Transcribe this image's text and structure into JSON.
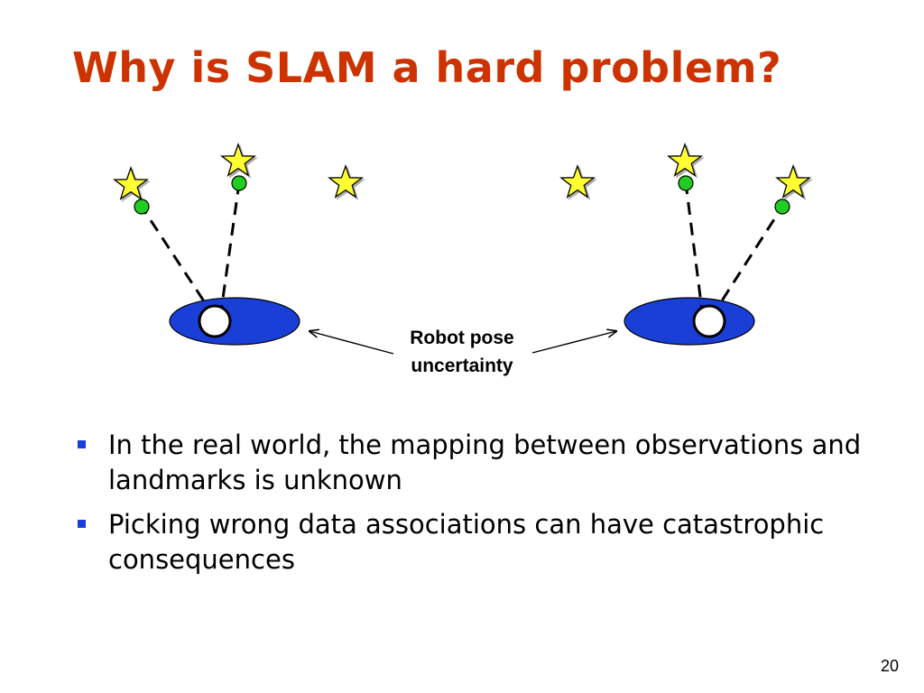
{
  "slide": {
    "title": "Why is SLAM a hard problem?",
    "caption_line1": "Robot pose",
    "caption_line2": "uncertainty",
    "bullets": [
      "In the real world, the mapping between observations and landmarks is unknown",
      "Picking wrong data associations can have catastrophic consequences"
    ],
    "page_number": "20"
  },
  "colors": {
    "title": "#cc3300",
    "ellipse_fill": "#1a3fd6",
    "star_fill": "#ffff33",
    "observation_fill": "#22cc22",
    "bullet": "#1a3fd6"
  },
  "icons": [
    "landmark-star-icon",
    "observation-dot-icon",
    "robot-circle-icon",
    "bullet-square-icon"
  ]
}
